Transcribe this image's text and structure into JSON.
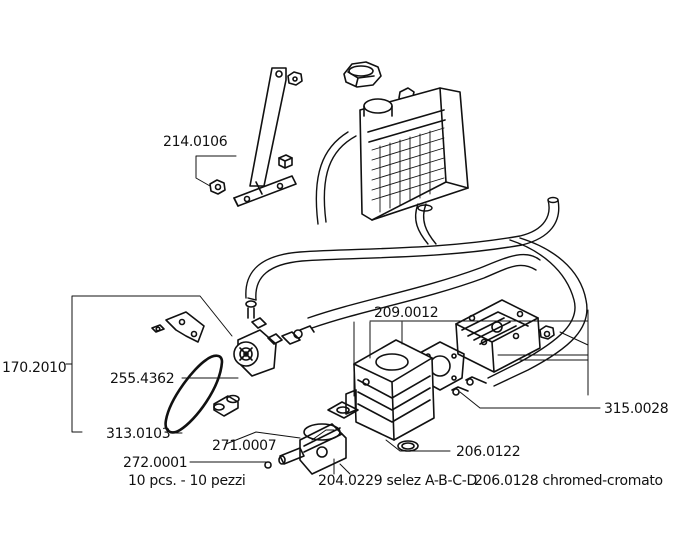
{
  "colors": {
    "ink": "#111111",
    "paper": "#ffffff",
    "shade": "#6a6a6a"
  },
  "labels": {
    "p214_0106": "214.0106",
    "p209_0012": "209.0012",
    "p170_2010": "170.2010",
    "p255_4362": "255.4362",
    "p315_0028": "315.0028",
    "p313_0103": "313.0103",
    "p271_0007": "271.0007",
    "p206_0122": "206.0122",
    "p272_0001": "272.0001",
    "p272_note": "10 pcs. - 10 pezzi",
    "p204_0229": "204.0229 selez A-B-C-D",
    "p206_0128": "206.0128 chromed-cromato"
  }
}
